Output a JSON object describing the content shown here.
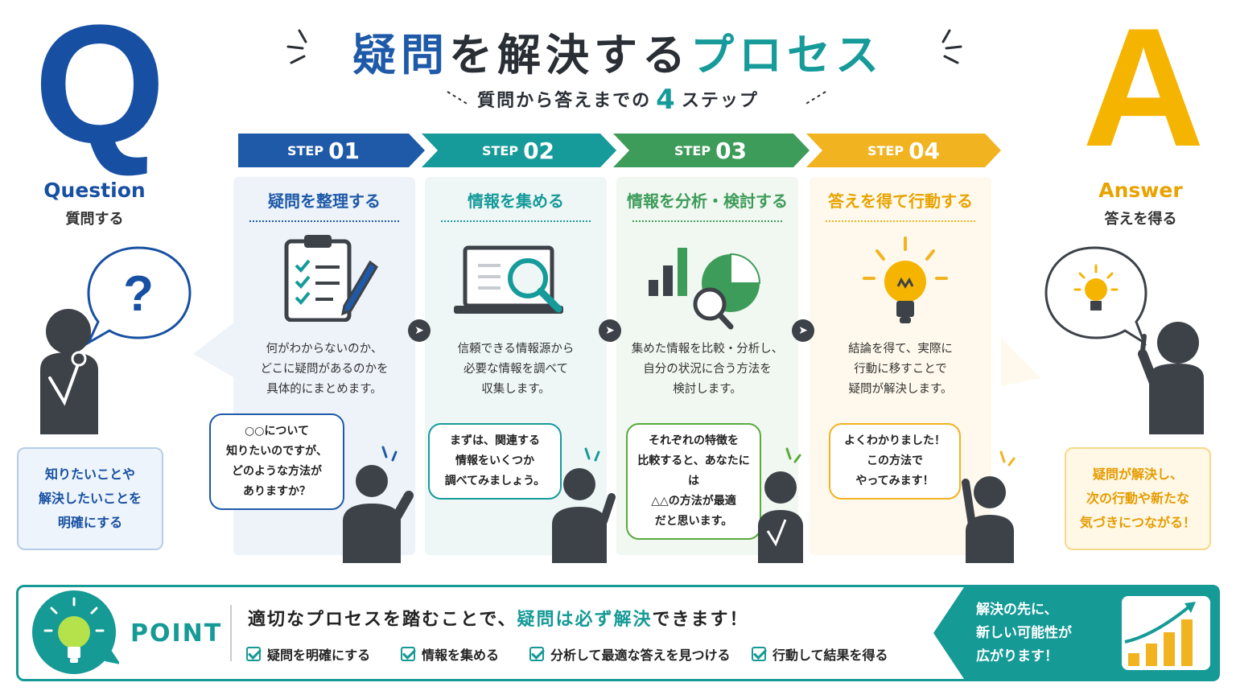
{
  "title": {
    "part1": "疑問",
    "part2": "を解決する",
    "part3": "プロセス"
  },
  "subtitle": {
    "before": "質問から答えまでの",
    "number": "4",
    "after": "ステップ"
  },
  "question": {
    "letter": "Q",
    "label": "Question",
    "sub": "質問する",
    "box_lines": [
      "知りたいことや",
      "解決したいことを",
      "明確にする"
    ]
  },
  "answer": {
    "letter": "A",
    "label": "Answer",
    "sub": "答えを得る",
    "box_lines": [
      "疑問が解決し、",
      "次の行動や新たな",
      "気づきにつながる！"
    ]
  },
  "steps": [
    {
      "step": "STEP",
      "num": "01",
      "color": "#1e5aa8",
      "bg": "#eef3fa",
      "title": "疑問を整理する",
      "desc": [
        "何がわからないのか、",
        "どこに疑問があるのかを",
        "具体的にまとめます。"
      ],
      "bubble": [
        "○○について",
        "知りたいのですが、",
        "どのような方法が",
        "ありますか？"
      ],
      "bubble_color": "#1e5aa8"
    },
    {
      "step": "STEP",
      "num": "02",
      "color": "#169a9a",
      "bg": "#eef7f6",
      "title": "情報を集める",
      "desc": [
        "信頼できる情報源から",
        "必要な情報を調べて",
        "収集します。"
      ],
      "bubble": [
        "まずは、関連する",
        "情報をいくつか",
        "調べてみましょう。"
      ],
      "bubble_color": "#169a9a"
    },
    {
      "step": "STEP",
      "num": "03",
      "color": "#3e9c5a",
      "bg": "#f1f7f1",
      "title": "情報を分析・検討する",
      "desc": [
        "集めた情報を比較・分析し、",
        "自分の状況に合う方法を",
        "検討します。"
      ],
      "bubble": [
        "それぞれの特徴を",
        "比較すると、あなたには",
        "△△の方法が最適",
        "だと思います。"
      ],
      "bubble_color": "#5aaa3c"
    },
    {
      "step": "STEP",
      "num": "04",
      "color": "#f1b320",
      "bg": "#fef9ec",
      "title": "答えを得て行動する",
      "desc": [
        "結論を得て、実際に",
        "行動に移すことで",
        "疑問が解決します。"
      ],
      "bubble": [
        "よくわかりました！",
        "この方法で",
        "やってみます！"
      ],
      "bubble_color": "#f1b320"
    }
  ],
  "point": {
    "label": "POINT",
    "main_before": "適切なプロセスを踏むことで、",
    "main_highlight": "疑問は必ず解決",
    "main_after": "できます！",
    "checks": [
      "疑問を明確にする",
      "情報を集める",
      "分析して最適な答えを見つける",
      "行動して結果を得る"
    ],
    "right_lines": [
      "解決の先に、",
      "新しい可能性が",
      "広がります！"
    ]
  },
  "colors": {
    "q": "#1750a3",
    "a": "#f5b400",
    "teal": "#159a96",
    "dark": "#3d4248"
  },
  "icons": [
    "clipboard-check-icon",
    "laptop-search-icon",
    "chart-analysis-icon",
    "lightbulb-icon",
    "question-icon",
    "person-icon",
    "growth-chart-icon",
    "checkbox-icon",
    "chevron-right-icon"
  ]
}
